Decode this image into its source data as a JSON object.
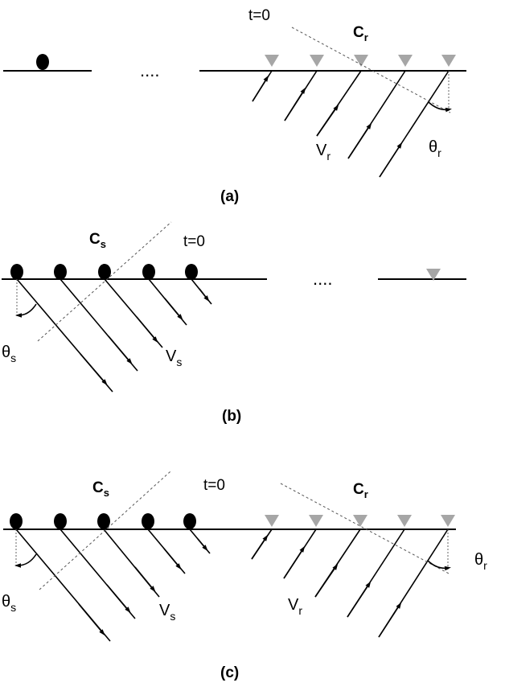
{
  "panels": [
    {
      "id": "a",
      "caption": "(a)",
      "ellipsis": "....",
      "t_label": "t=0",
      "front_label_main": "C",
      "front_label_sub": "r",
      "velocity_main": "V",
      "velocity_sub": "r",
      "angle_main": "θ",
      "angle_sub": "r"
    },
    {
      "id": "b",
      "caption": "(b)",
      "ellipsis": "....",
      "t_label": "t=0",
      "front_label_main": "C",
      "front_label_sub": "s",
      "velocity_main": "V",
      "velocity_sub": "s",
      "angle_main": "θ",
      "angle_sub": "s"
    },
    {
      "id": "c",
      "caption": "(c)",
      "t_label": "t=0",
      "src_front_label_main": "C",
      "src_front_label_sub": "s",
      "rcv_front_label_main": "C",
      "rcv_front_label_sub": "r",
      "src_velocity_main": "V",
      "src_velocity_sub": "s",
      "rcv_velocity_main": "V",
      "rcv_velocity_sub": "r",
      "src_angle_main": "θ",
      "src_angle_sub": "s",
      "rcv_angle_main": "θ",
      "rcv_angle_sub": "r"
    }
  ],
  "colors": {
    "source": "#000000",
    "receiver": "#a6a6a6",
    "line": "#000000"
  }
}
